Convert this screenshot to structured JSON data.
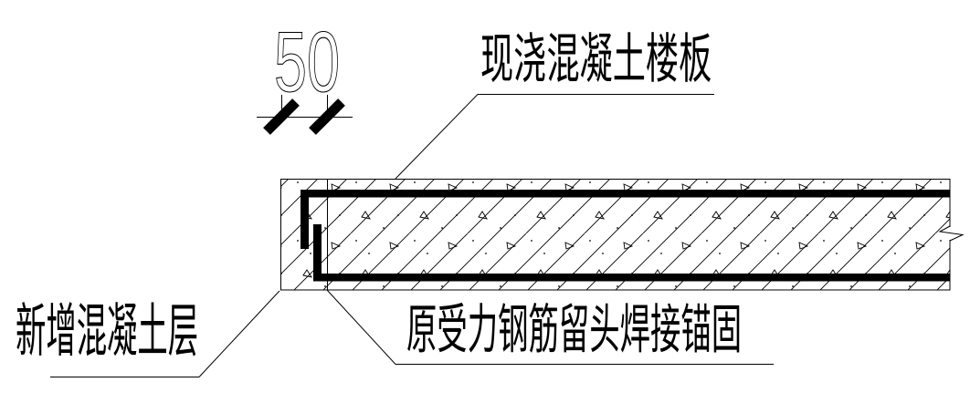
{
  "drawing": {
    "dimension_label": "50",
    "labels": {
      "slab": "现浇混凝土楼板",
      "new_layer": "新增混凝土层",
      "rebar_anchor": "原受力钢筋留头焊接锚固"
    },
    "colors": {
      "line": "#000000",
      "background": "#ffffff"
    }
  }
}
